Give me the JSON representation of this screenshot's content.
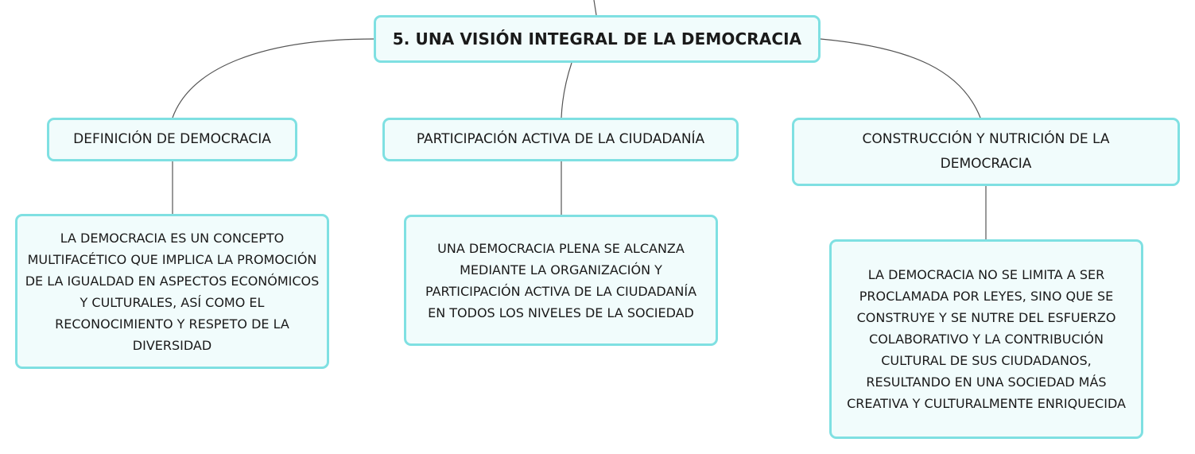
{
  "diagram": {
    "root": {
      "label": "5. UNA VISIÓN INTEGRAL DE LA DEMOCRACIA"
    },
    "topics": [
      {
        "label": "DEFINICIÓN DE DEMOCRACIA",
        "detail": "LA DEMOCRACIA ES UN CONCEPTO MULTIFACÉTICO QUE IMPLICA LA PROMOCIÓN DE LA IGUALDAD EN ASPECTOS ECONÓMICOS Y CULTURALES, ASÍ COMO EL RECONOCIMIENTO Y RESPETO DE LA DIVERSIDAD"
      },
      {
        "label": "PARTICIPACIÓN ACTIVA DE LA CIUDADANÍA",
        "detail": "UNA DEMOCRACIA PLENA SE ALCANZA MEDIANTE LA ORGANIZACIÓN Y PARTICIPACIÓN ACTIVA DE LA CIUDADANÍA EN TODOS LOS NIVELES DE LA SOCIEDAD"
      },
      {
        "label": "CONSTRUCCIÓN Y NUTRICIÓN DE LA DEMOCRACIA",
        "detail": "LA DEMOCRACIA NO SE LIMITA A SER PROCLAMADA POR LEYES, SINO QUE SE CONSTRUYE Y SE NUTRE DEL ESFUERZO COLABORATIVO Y LA CONTRIBUCIÓN CULTURAL DE SUS CIUDADANOS, RESULTANDO EN UNA SOCIEDAD MÁS CREATIVA Y CULTURALMENTE ENRIQUECIDA"
      }
    ]
  },
  "colors": {
    "node_border": "#7fe0e2",
    "node_fill": "#f1fcfc",
    "connector": "#555555",
    "text": "#1a1a1a"
  }
}
